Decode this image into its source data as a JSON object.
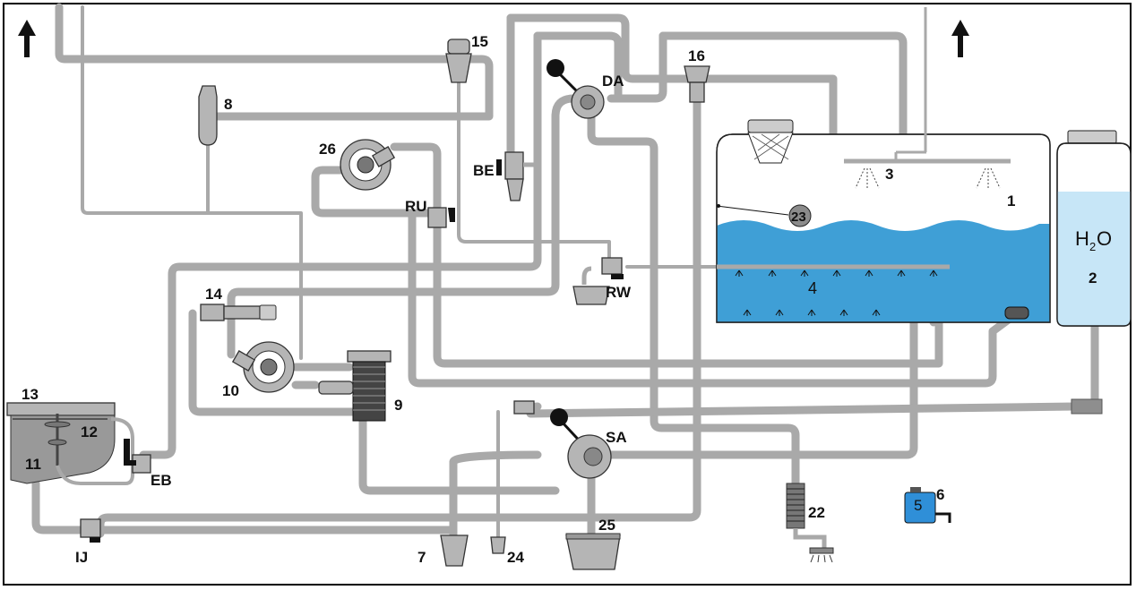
{
  "diagram": {
    "labels": {
      "tank_main": "1",
      "tank_clean_water": "2",
      "tank_number_h2o": "H",
      "h2o_subscript": "2",
      "h2o_o": "O",
      "agitation_nozzles": "3",
      "rinse_nozzles": "4",
      "hand_wash_tank": "5",
      "tap": "6",
      "outlet_7": "7",
      "filter_8": "8",
      "filter_9": "9",
      "pump_10": "10",
      "induction_hopper": "11",
      "rinse_nozzle_12": "12",
      "lid_13": "13",
      "valve_14": "14",
      "valve_15": "15",
      "valve_16": "16",
      "hose_reel": "22",
      "level_gauge": "23",
      "drain_24": "24",
      "bucket_25": "25",
      "pump_26": "26",
      "valve_DA": "DA",
      "valve_SA": "SA",
      "valve_BE": "BE",
      "valve_RU": "RU",
      "valve_RW": "RW",
      "valve_EB": "EB",
      "valve_IJ": "IJ"
    },
    "colors": {
      "pipe": "#a9a9a9",
      "water": "#3f9fd6",
      "clean_water": "#c7e6f7",
      "hand_wash": "#2f8fd8",
      "outline": "#222222"
    },
    "icons": {
      "flow_up_left": "up-arrow-icon",
      "flow_up_right": "up-arrow-icon"
    }
  }
}
